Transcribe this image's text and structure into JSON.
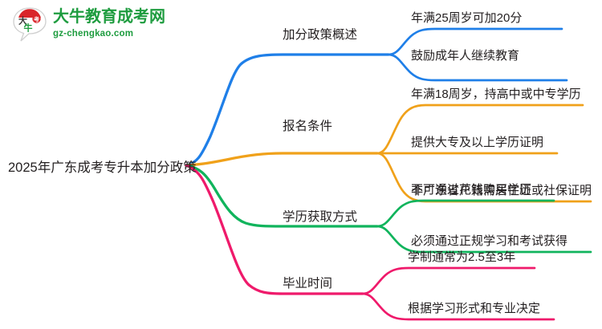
{
  "logo": {
    "mark_name": "daniu-speech-bubble-logo",
    "cn_text": "大牛教育成考网",
    "en_text": "gz-chengkao.com",
    "brand_green": "#1e9c3f",
    "brand_red": "#d9252a"
  },
  "mindmap": {
    "root": {
      "label": "2025年广东成考专升本加分政策"
    },
    "branches": [
      {
        "label": "加分政策概述",
        "color": "#1f7fe8",
        "children": [
          {
            "label": "年满25周岁可加20分"
          },
          {
            "label": "鼓励成年人继续教育"
          }
        ]
      },
      {
        "label": "报名条件",
        "color": "#f0a11a",
        "children": [
          {
            "label": "年满18周岁，持高中或中专学历"
          },
          {
            "label": "提供大专及以上学历证明"
          },
          {
            "label": "非广东省户籍需居住证或社保证明"
          }
        ]
      },
      {
        "label": "学历获取方式",
        "color": "#10b45c",
        "children": [
          {
            "label": "不可通过花钱购买学历"
          },
          {
            "label": "必须通过正规学习和考试获得"
          }
        ]
      },
      {
        "label": "毕业时间",
        "color": "#ef1a6b",
        "children": [
          {
            "label": "学制通常为2.5至3年"
          },
          {
            "label": "根据学习形式和专业决定"
          }
        ]
      }
    ]
  }
}
